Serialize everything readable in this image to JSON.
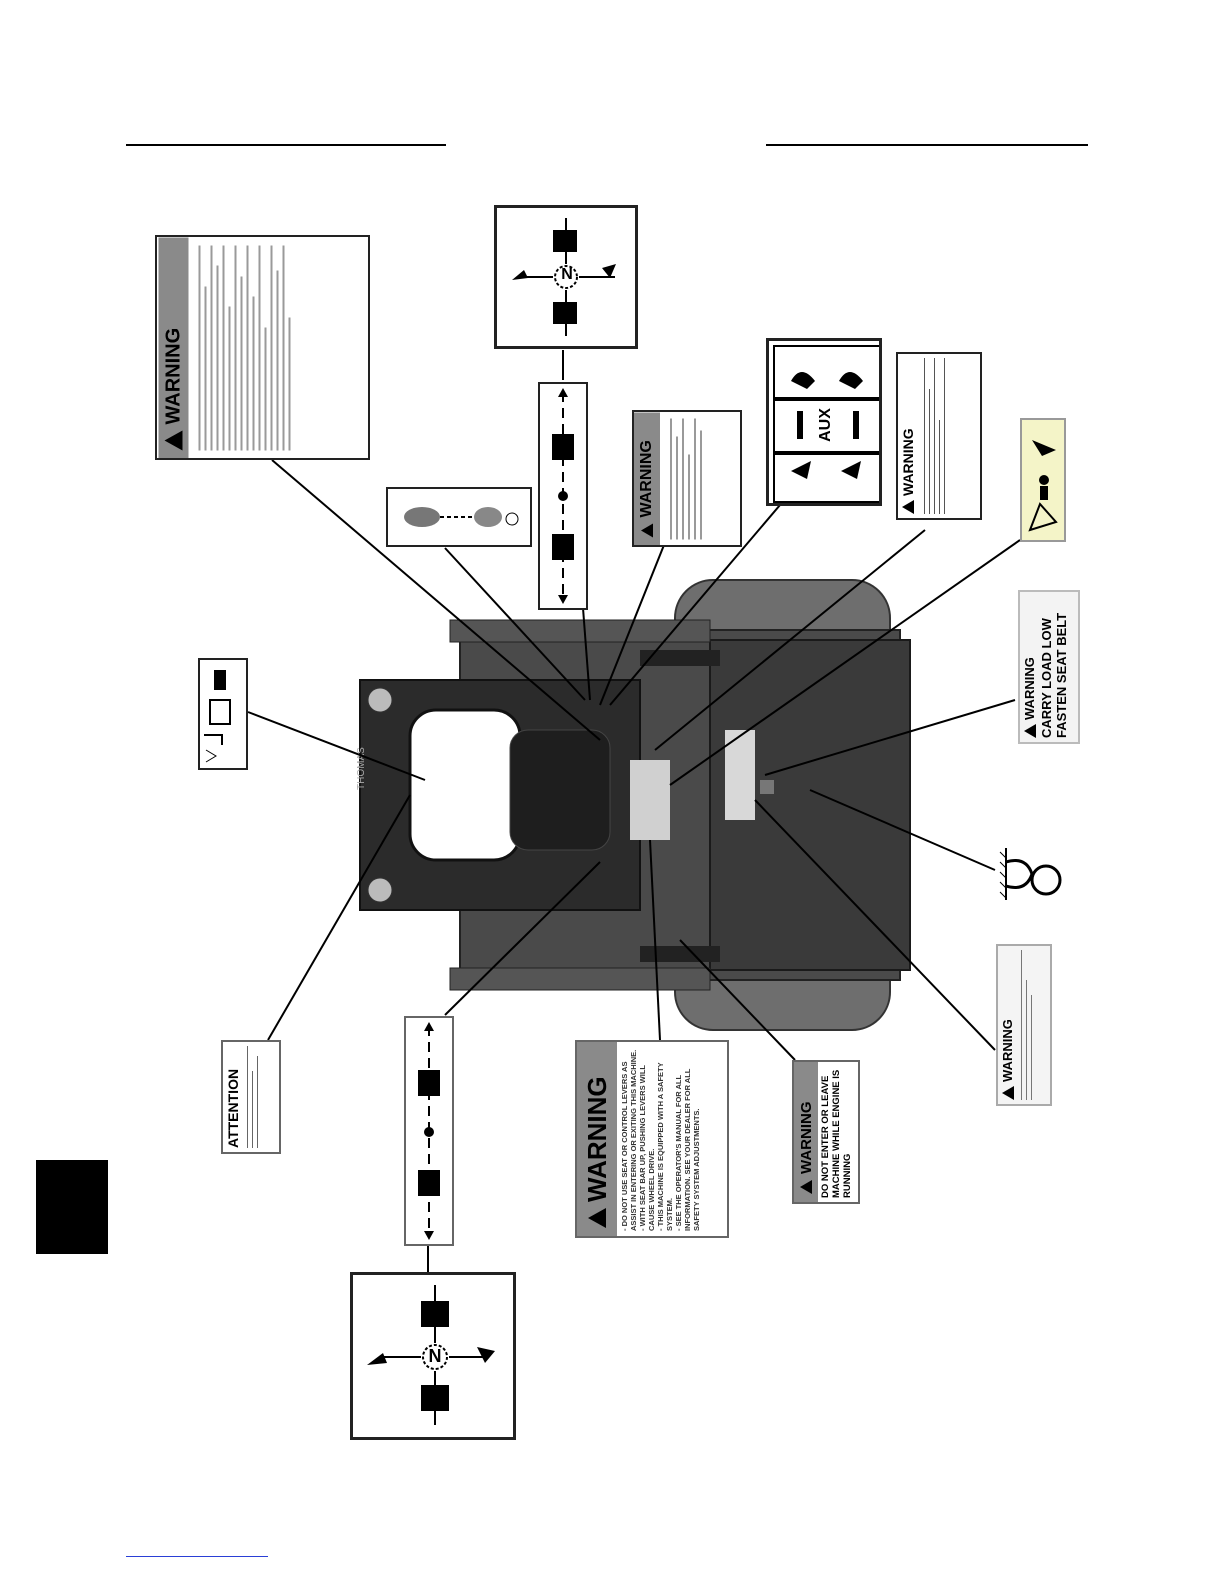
{
  "labels": {
    "warning_word": "WARNING",
    "attention_word": "ATTENTION",
    "aux": "AUX",
    "neutral": "N",
    "carry_load_line1": "CARRY LOAD LOW",
    "carry_load_line2": "FASTEN SEAT BELT",
    "do_not_enter": "DO NOT ENTER OR LEAVE MACHINE WHILE ENGINE IS RUNNING",
    "seat_bar_warning": "- DO NOT USE SEAT OR CONTROL LEVERS AS ASSIST IN ENTERING OR EXITING THIS MACHINE.\n- WITH SEAT BAR UP, PUSHING LEVERS WILL CAUSE WHEEL DRIVE.\n- THIS MACHINE IS EQUIPPED WITH A SAFETY SYSTEM.\n- SEE THE OPERATOR'S MANUAL FOR ALL INFORMATION. SEE YOUR DEALER FOR ALL SAFETY SYSTEM ADJUSTMENTS.",
    "machine_brand": "THOMAS"
  },
  "colors": {
    "decal_gray": "#8a8a8a",
    "yellow_decal": "#f4f4c8",
    "machine_dark": "#3a3a3a",
    "footer_link": "#2a3fd6"
  },
  "icons": {
    "warning_triangle": "warning-triangle-icon",
    "lever_arrows": "control-lever-arrows-icon",
    "tie_down": "tie-down-icon"
  }
}
